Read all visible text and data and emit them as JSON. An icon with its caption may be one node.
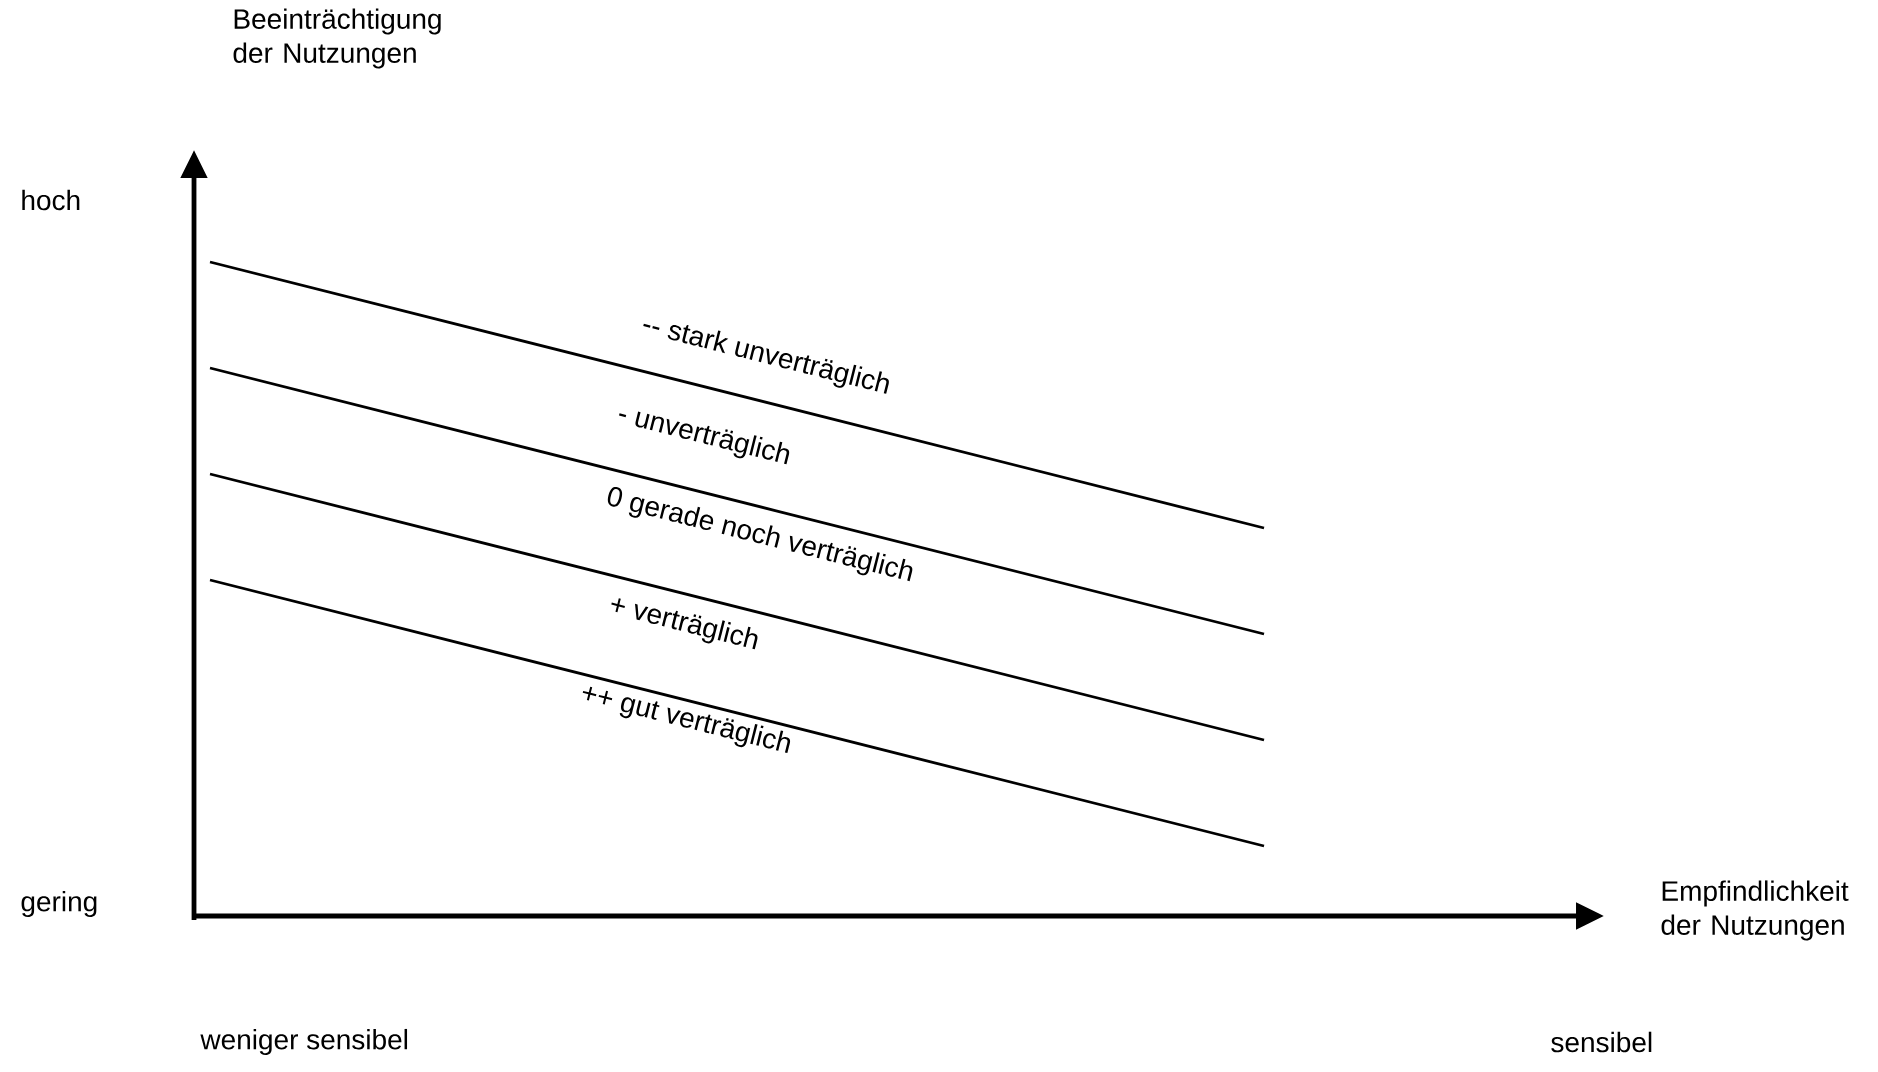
{
  "diagram": {
    "labels": [
      "Beeinträchtigung der Nutzungen",
      "hoch",
      "-- stark unverträglich",
      "- unverträglich",
      "0 gerade noch verträglich",
      "+ verträglich",
      "++ gut verträglich",
      "Empfindlichkeit der Nutzungen",
      "gering",
      "weniger sensibel",
      "sensibel"
    ]
  }
}
